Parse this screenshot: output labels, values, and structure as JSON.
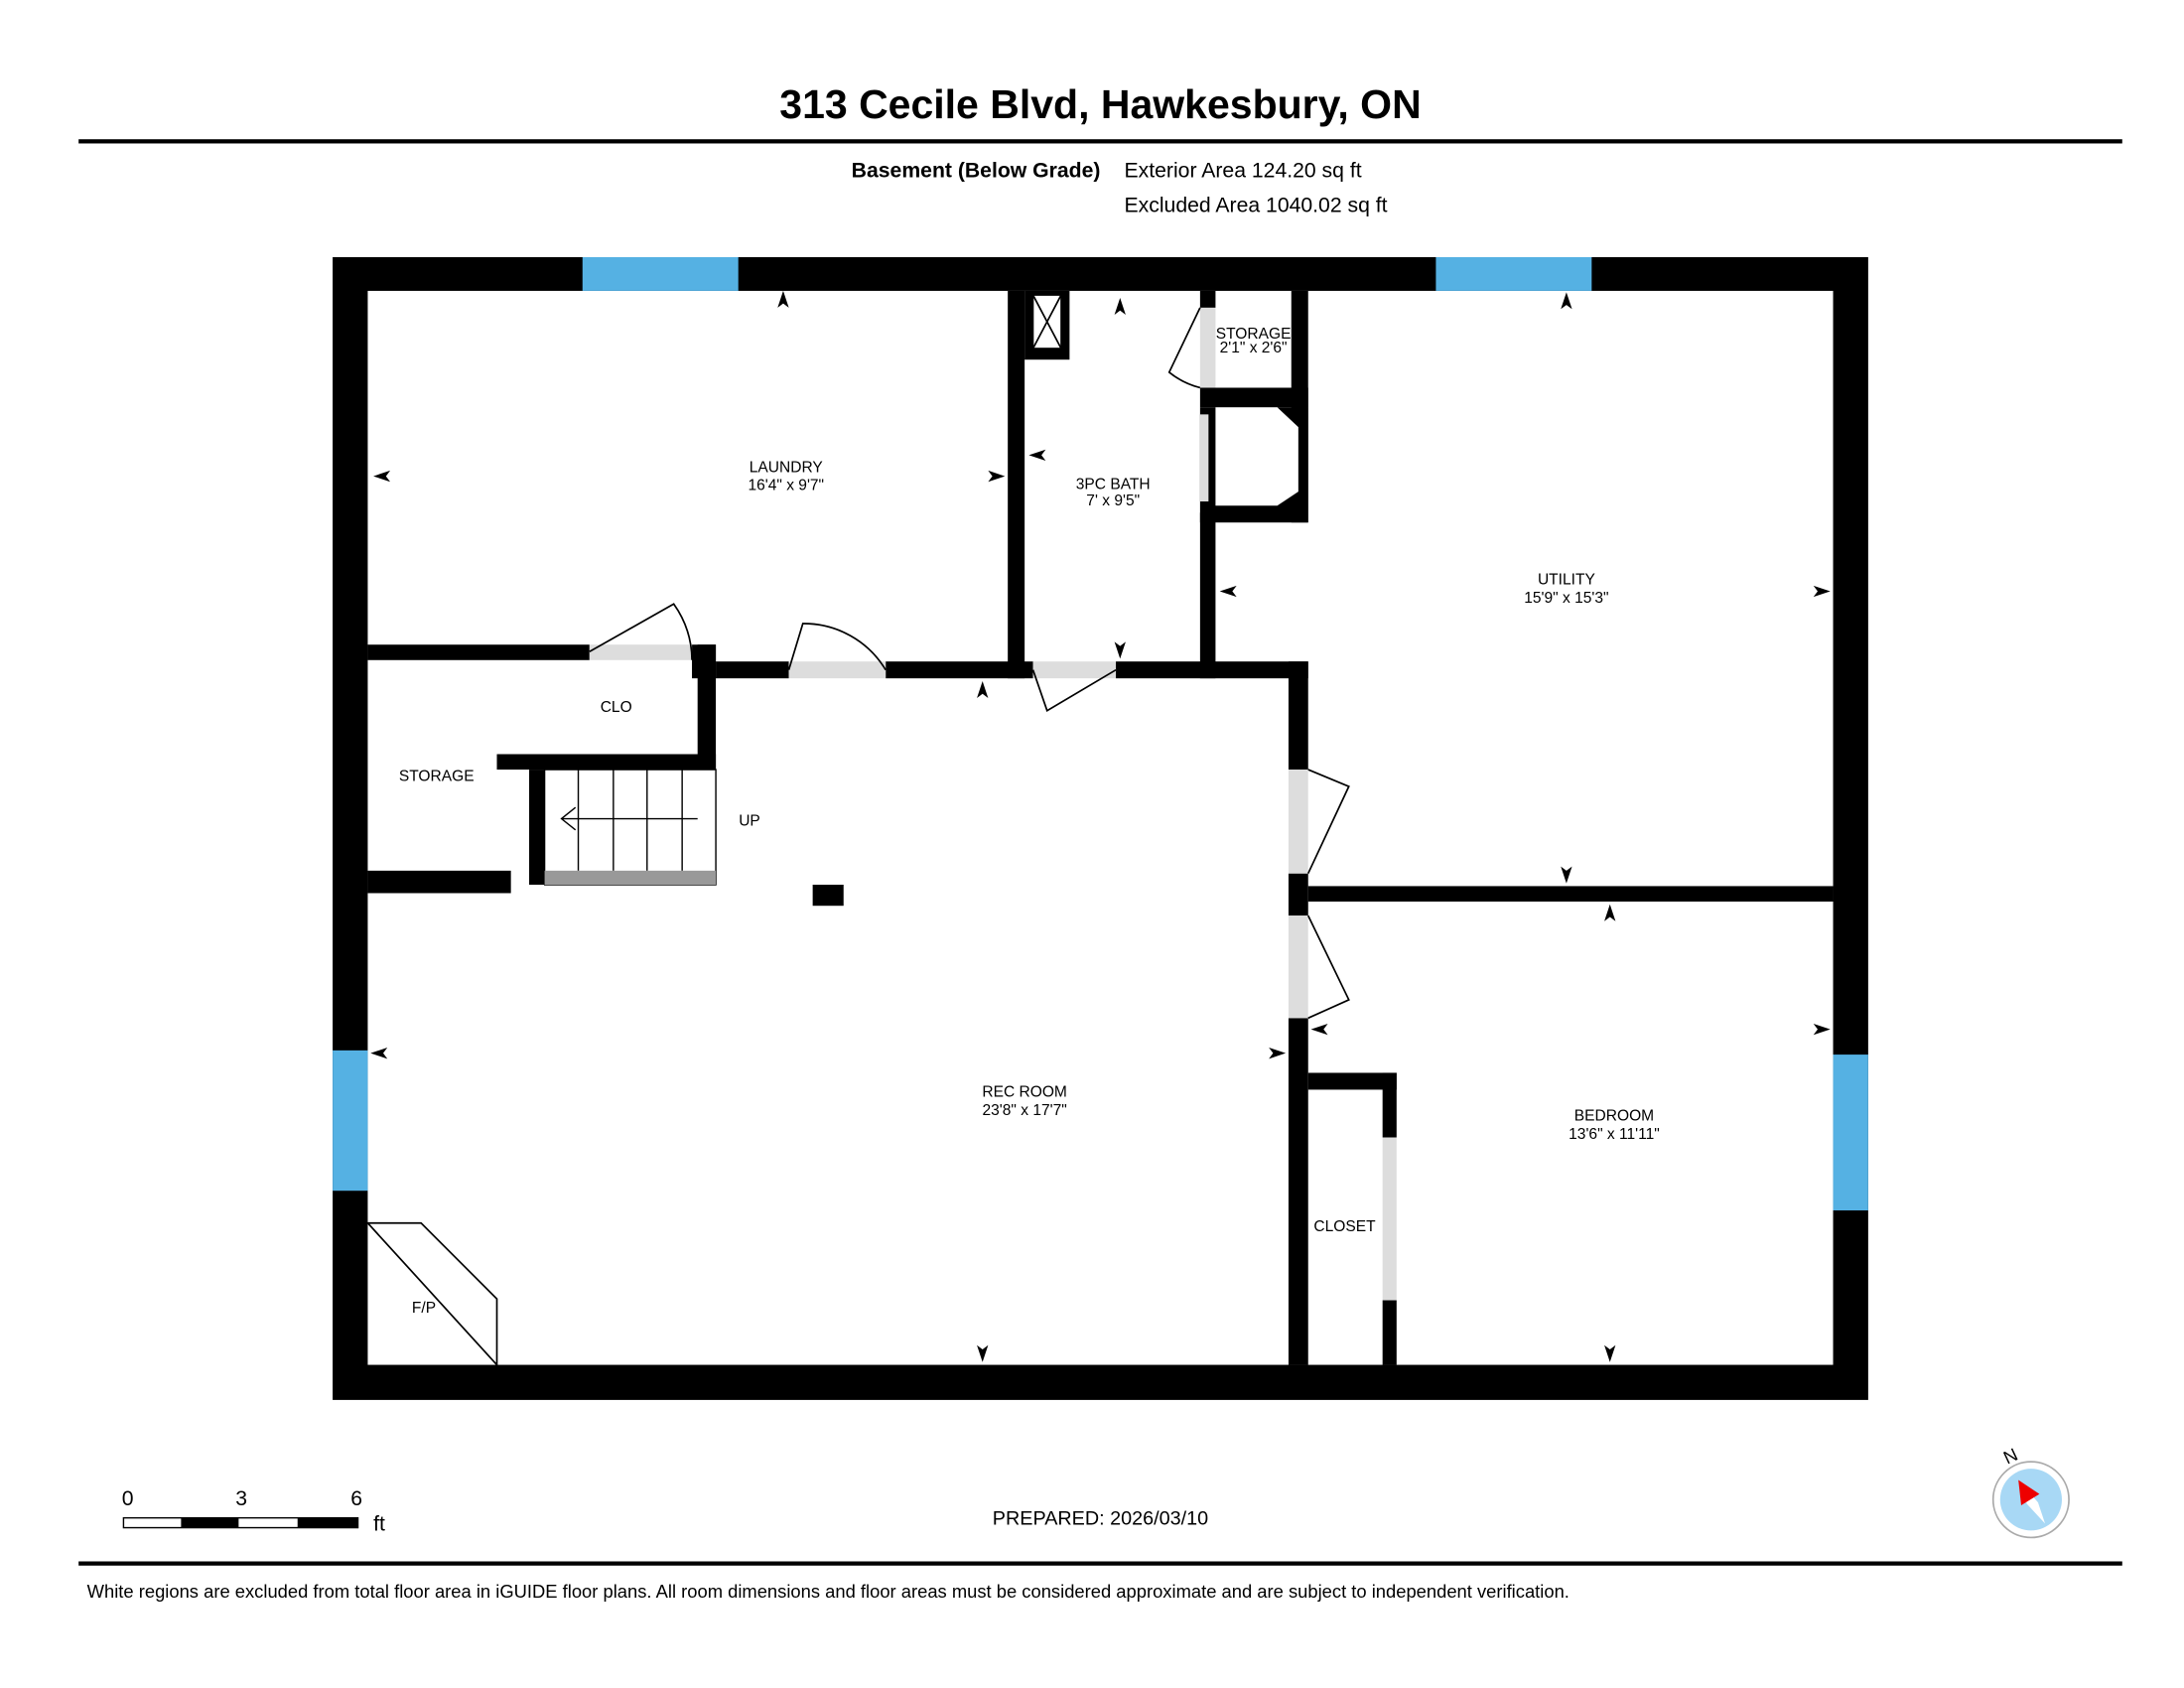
{
  "header": {
    "title": "313 Cecile Blvd, Hawkesbury, ON",
    "level": "Basement (Below Grade)",
    "exterior_area": "Exterior Area 124.20 sq ft",
    "excluded_area": "Excluded Area 1040.02 sq ft"
  },
  "rooms": {
    "laundry": {
      "name": "LAUNDRY",
      "dims": "16'4\" x 9'7\""
    },
    "bath": {
      "name": "3PC BATH",
      "dims": "7' x 9'5\""
    },
    "storage_small": {
      "name": "STORAGE",
      "dims": "2'1\" x 2'6\""
    },
    "utility": {
      "name": "UTILITY",
      "dims": "15'9\" x 15'3\""
    },
    "clo": {
      "name": "CLO"
    },
    "storage": {
      "name": "STORAGE"
    },
    "stairs": {
      "name": "UP"
    },
    "rec": {
      "name": "REC ROOM",
      "dims": "23'8\" x 17'7\""
    },
    "bedroom": {
      "name": "BEDROOM",
      "dims": "13'6\" x 11'11\""
    },
    "closet": {
      "name": "CLOSET"
    },
    "fireplace": {
      "name": "F/P"
    }
  },
  "scale": {
    "ticks": [
      "0",
      "3",
      "6"
    ],
    "unit": "ft"
  },
  "prepared": "PREPARED: 2026/03/10",
  "compass": {
    "label": "N"
  },
  "footer": {
    "disclaimer": "White regions are excluded from total floor area in iGUIDE floor plans. All room dimensions and floor areas must be considered approximate and are subject to independent verification."
  },
  "colors": {
    "window": "#55b1e3",
    "compass_needle": "#ee0000",
    "compass_face": "#a8d8f5"
  }
}
